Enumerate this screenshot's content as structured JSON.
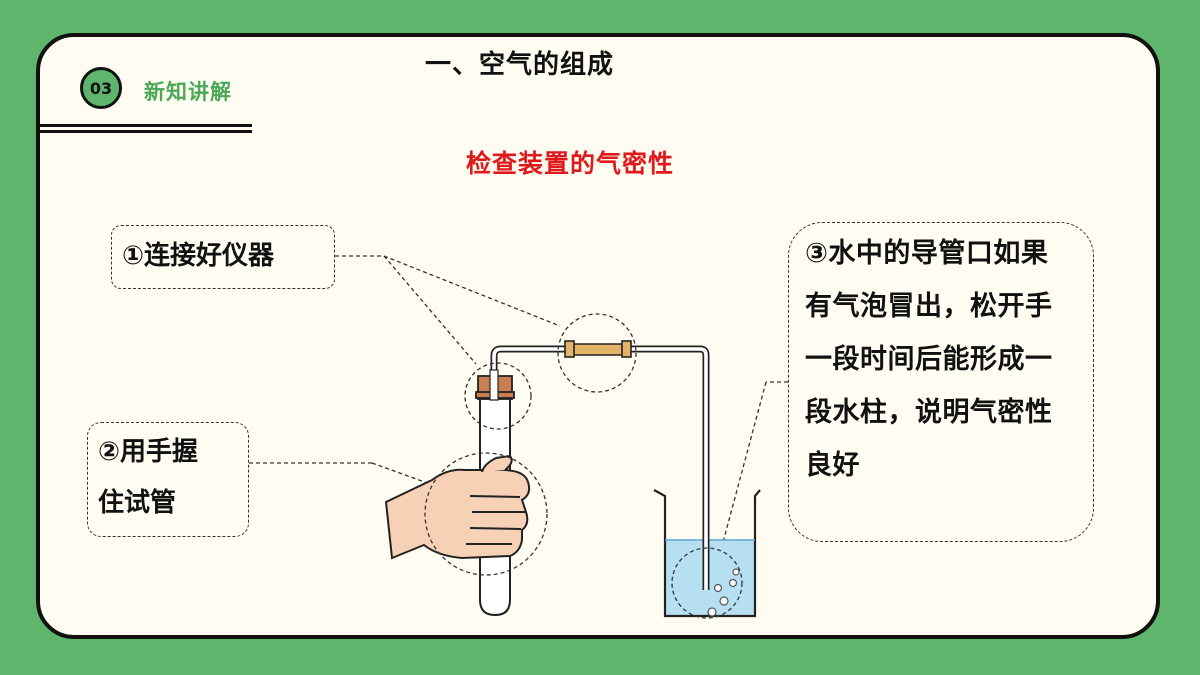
{
  "header": {
    "section_number": "03",
    "section_label": "新知讲解",
    "title": "一、空气的组成"
  },
  "subtitle": "检查装置的气密性",
  "steps": {
    "step1": "①连接好仪器",
    "step2_line1": "②用手握",
    "step2_line2": "住试管",
    "step3_lines": [
      "③水中的导管口如果",
      "有气泡冒出，松开手",
      "一段时间后能形成一",
      "段水柱，说明气密性",
      "良好"
    ]
  },
  "colors": {
    "background": "#5fb56b",
    "card": "#fffdf1",
    "accent_green": "#4aa856",
    "title_red": "#e0191c",
    "water": "#b6dff2",
    "stopper": "#c97f52",
    "connector": "#e3b368",
    "skin": "#f7d1b5"
  }
}
